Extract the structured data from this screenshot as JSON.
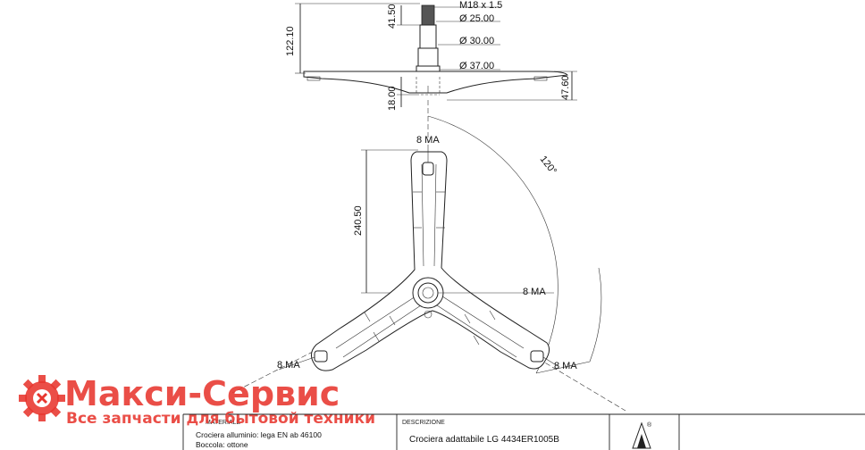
{
  "dimensions": {
    "thread": "M18 x 1.5",
    "d1": "Ø 25.00",
    "d2": "Ø 30.00",
    "d3": "Ø 37.00",
    "h_thread": "41.50",
    "h_total": "122.10",
    "h_boss": "18.00",
    "h_hub": "47.60",
    "angle": "120°",
    "arm_length": "240.50",
    "hole_top": "8 MA",
    "hole_center": "8 MA",
    "hole_left": "8 MA",
    "hole_right": "8 MA"
  },
  "title_block": {
    "materiale_label": "MATERIALE",
    "materiale_line1": "Crociera alluminio: lega EN ab 46100",
    "materiale_line2": "Boccola: ottone",
    "descrizione_label": "DESCRIZIONE",
    "descrizione_value": "Crociera adattabile LG 4434ER1005B",
    "logo_mark": "®"
  },
  "watermark": {
    "brand": "Макси-Сервис",
    "tagline": "Все запчасти для бытовой техники",
    "color": "#e8362e"
  }
}
